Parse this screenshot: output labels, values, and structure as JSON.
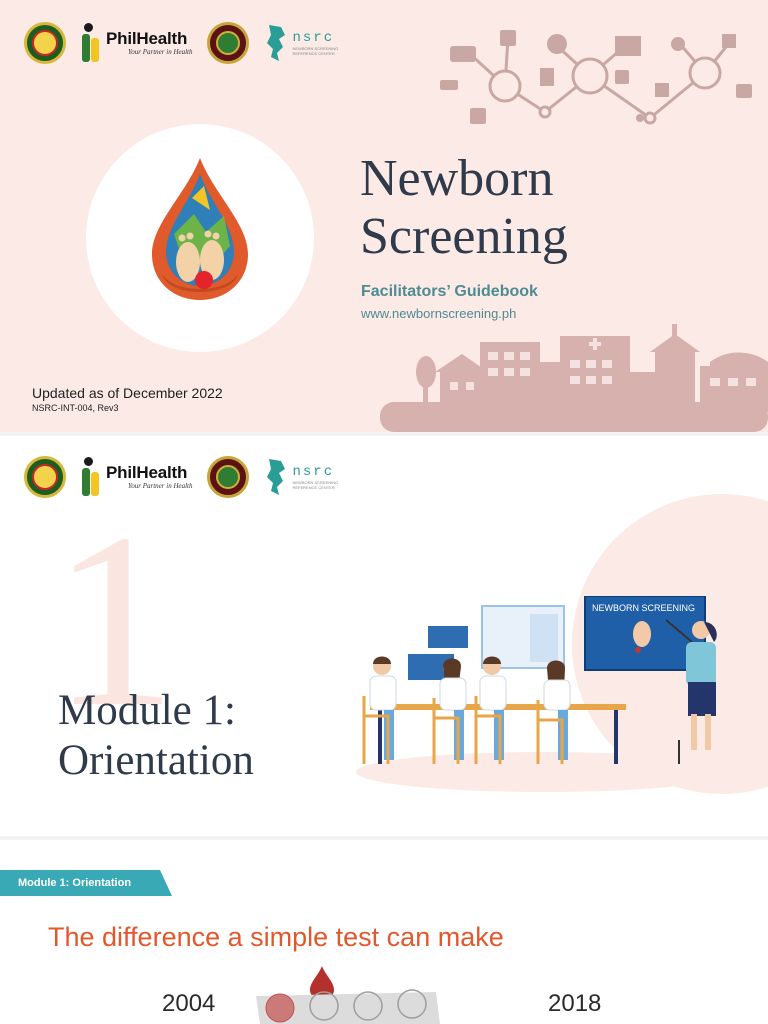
{
  "slide1": {
    "logos": {
      "philhealth_name": "PhilHealth",
      "philhealth_tagline": "Your Partner in Health",
      "nsrc_name": "nsrc",
      "nsrc_subtitle": "NEWBORN SCREENING REFERENCE CENTER"
    },
    "title_line1": "Newborn",
    "title_line2": "Screening",
    "subtitle": "Facilitators’ Guidebook",
    "website": "www.newbornscreening.ph",
    "updated": "Updated as of December 2022",
    "doc_number": "NSRC-INT-004, Rev3"
  },
  "slide2": {
    "logos": {
      "philhealth_name": "PhilHealth",
      "philhealth_tagline": "Your Partner in Health",
      "nsrc_name": "nsrc",
      "nsrc_subtitle": "NEWBORN SCREENING REFERENCE CENTER"
    },
    "big_number": "1",
    "title_line1": "Module 1:",
    "title_line2": "Orientation",
    "board_text": "NEWBORN SCREENING"
  },
  "slide3": {
    "tag": "Module 1: Orientation",
    "headline": "The difference a simple test can make",
    "year_left": "2004",
    "year_right": "2018"
  },
  "colors": {
    "cover_bg": "#fbeae6",
    "title_text": "#2f3a4a",
    "accent_teal": "#4e8b92",
    "tag_teal": "#3aa9b6",
    "headline_orange": "#e0582c",
    "illustration_gray": "#c9a8a4"
  }
}
